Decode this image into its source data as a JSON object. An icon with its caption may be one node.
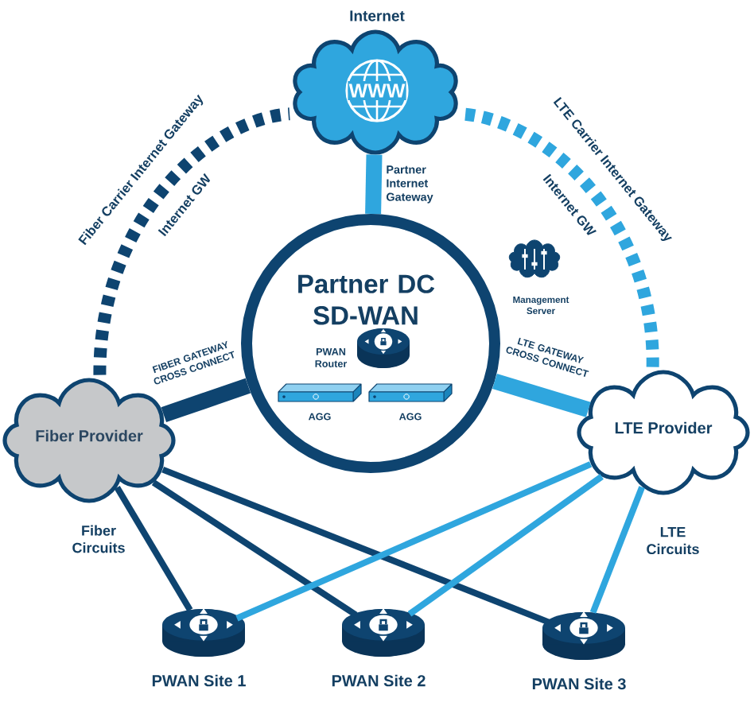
{
  "diagram": {
    "nodes": [
      {
        "text": [
          "Internet",
          "WWW"
        ]
      },
      {
        "text": [
          "Partner DC SD-WAN"
        ]
      },
      {
        "text": [
          "PWAN Router"
        ],
        "in": 1
      },
      {
        "text": [
          "AGG"
        ],
        "in": 1
      },
      {
        "text": [
          "AGG"
        ],
        "in": 1
      },
      {
        "text": [
          "Management Server"
        ]
      },
      {
        "text": [
          "Fiber Provider"
        ]
      },
      {
        "text": [
          "LTE Provider"
        ]
      },
      {
        "text": [
          "PWAN Site 1"
        ]
      },
      {
        "text": [
          "PWAN Site 2"
        ]
      },
      {
        "text": [
          "PWAN Site 3"
        ]
      }
    ],
    "edges": [
      {
        "from": 0,
        "to": 1,
        "arrow": "none",
        "label": "Partner Internet Gateway",
        "style": "thick"
      },
      {
        "from": 6,
        "to": 0,
        "arrow": "none",
        "label": "Fiber Carrier Internet Gateway",
        "style": "dashed",
        "color": "#0e4470"
      },
      {
        "from": 7,
        "to": 0,
        "arrow": "none",
        "label": "LTE Carrier Internet Gateway",
        "style": "dashed"
      },
      {
        "from": 6,
        "to": 1,
        "arrow": "none",
        "label": "FIBER GATEWAY CROSS CONNECT",
        "style": "thick",
        "color": "#0e4470"
      },
      {
        "from": 7,
        "to": 1,
        "arrow": "none",
        "label": "LTE GATEWAY CROSS CONNECT",
        "style": "thick"
      },
      {
        "from": 6,
        "to": 8,
        "arrow": "none",
        "color": "#0e4470"
      },
      {
        "from": 6,
        "to": 9,
        "arrow": "none",
        "color": "#0e4470"
      },
      {
        "from": 6,
        "to": 10,
        "arrow": "none",
        "color": "#0e4470"
      },
      {
        "from": 7,
        "to": 8,
        "arrow": "none"
      },
      {
        "from": 7,
        "to": 9,
        "arrow": "none"
      },
      {
        "from": 7,
        "to": 10,
        "arrow": "none"
      }
    ],
    "labels": [
      "Internet GW",
      "Internet GW",
      "Fiber Circuits",
      "LTE Circuits"
    ]
  }
}
